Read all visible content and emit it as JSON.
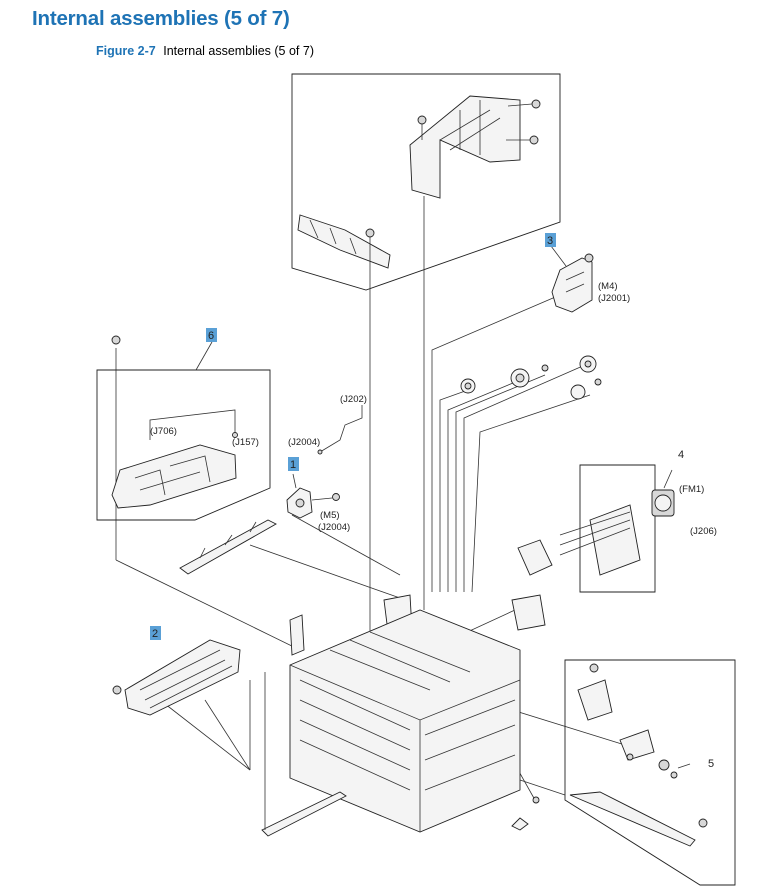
{
  "page": {
    "title": "Internal assemblies (5 of 7)",
    "figure_number": "Figure 2-7",
    "figure_title": "Internal assemblies (5 of 7)"
  },
  "colors": {
    "title_blue": "#1e73b5",
    "callout_highlight": "#5aa0d6"
  },
  "callouts": {
    "c1": "1",
    "c2": "2",
    "c3": "3",
    "c4": "4",
    "c5": "5",
    "c6": "6"
  },
  "labels": {
    "m4": "(M4)",
    "j2001": "(J2001)",
    "j202": "(J202)",
    "j2004_top": "(J2004)",
    "m5": "(M5)",
    "j2004_bottom": "(J2004)",
    "j706": "(J706)",
    "j157": "(J157)",
    "fm1": "(FM1)",
    "j206": "(J206)"
  }
}
